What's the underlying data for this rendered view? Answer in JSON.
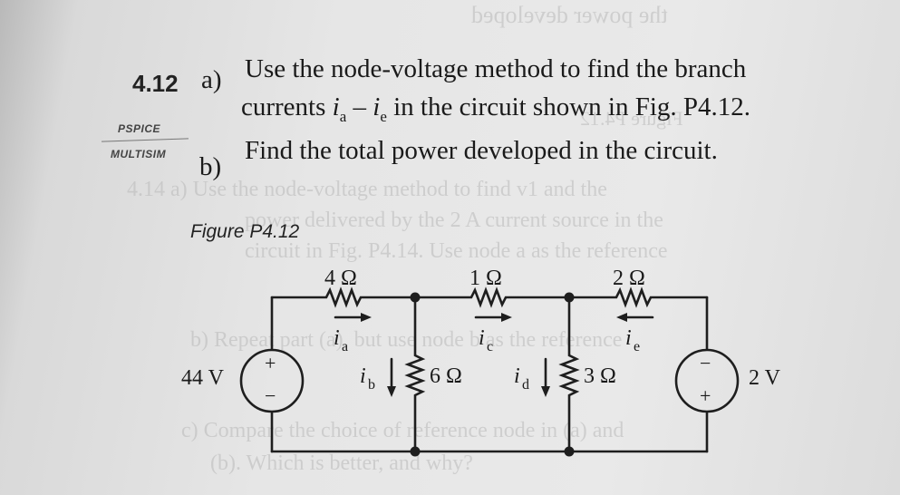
{
  "problem": {
    "number": "4.12",
    "part_a_marker": "a)",
    "part_a_line1": "Use the node-voltage method to find the branch",
    "part_a_line2_prefix": "currents ",
    "part_a_var1": "i",
    "part_a_sub1": "a",
    "part_a_dash": " – ",
    "part_a_var2": "i",
    "part_a_sub2": "e",
    "part_a_line2_suffix": " in the circuit shown in Fig. P4.12.",
    "part_b_marker": "b)",
    "part_b_text": "Find the total power developed in the circuit."
  },
  "software_tags": [
    "PSPICE",
    "MULTISIM"
  ],
  "figure_label": "Figure P4.12",
  "circuit": {
    "resistor_4": "4 Ω",
    "resistor_1": "1 Ω",
    "resistor_2": "2 Ω",
    "resistor_6": "6 Ω",
    "resistor_3": "3 Ω",
    "source_left_value": "44 V",
    "source_right_value": "2 V",
    "plus": "+",
    "minus": "−",
    "current_a": "a",
    "current_b": "b",
    "current_c": "c",
    "current_d": "d",
    "current_e": "e",
    "current_symbol": "i"
  },
  "bleed_through": [
    "the power developed",
    "Figure P4.12",
    "4.14 a) Use the node-voltage method to find v1 and the",
    "power delivered by the 2 A current source in the",
    "circuit in Fig. P4.14. Use node a as the reference",
    "b) Repeat part (a), but use node b as the reference",
    "c) Compare the choice of reference node in (a) and",
    "(b). Which is better, and why?"
  ]
}
